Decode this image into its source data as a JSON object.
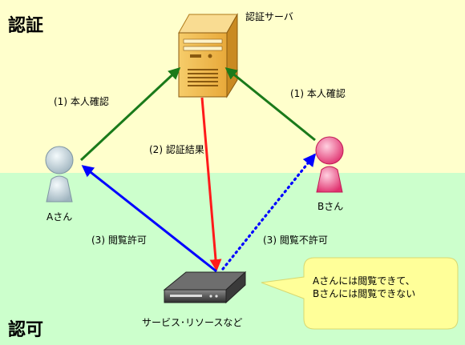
{
  "sections": {
    "auth_title": "認証",
    "authz_title": "認可"
  },
  "nodes": {
    "server_label": "認証サーバ",
    "user_a_label": "Aさん",
    "user_b_label": "Bさん",
    "service_label": "サービス･リソースなど"
  },
  "edges": {
    "a_verify": "(1) 本人確認",
    "b_verify": "(1) 本人確認",
    "auth_result": "(2) 認証結果",
    "a_permit": "(3) 閲覧許可",
    "b_deny": "(3) 閲覧不許可"
  },
  "callout": {
    "line1": "Aさんには閲覧できて、",
    "line2": "Bさんには閲覧できない"
  },
  "colors": {
    "auth_bg": "#ffffcc",
    "authz_bg": "#ccffcc",
    "verify_arrow": "#1a7a1a",
    "result_arrow": "#ff1a1a",
    "permit_arrow": "#0000ff",
    "deny_arrow": "#0000ff",
    "callout_fill": "#ffff99",
    "user_a": "#c8d8e0",
    "user_b": "#ff6699",
    "server": "#f0b848"
  }
}
